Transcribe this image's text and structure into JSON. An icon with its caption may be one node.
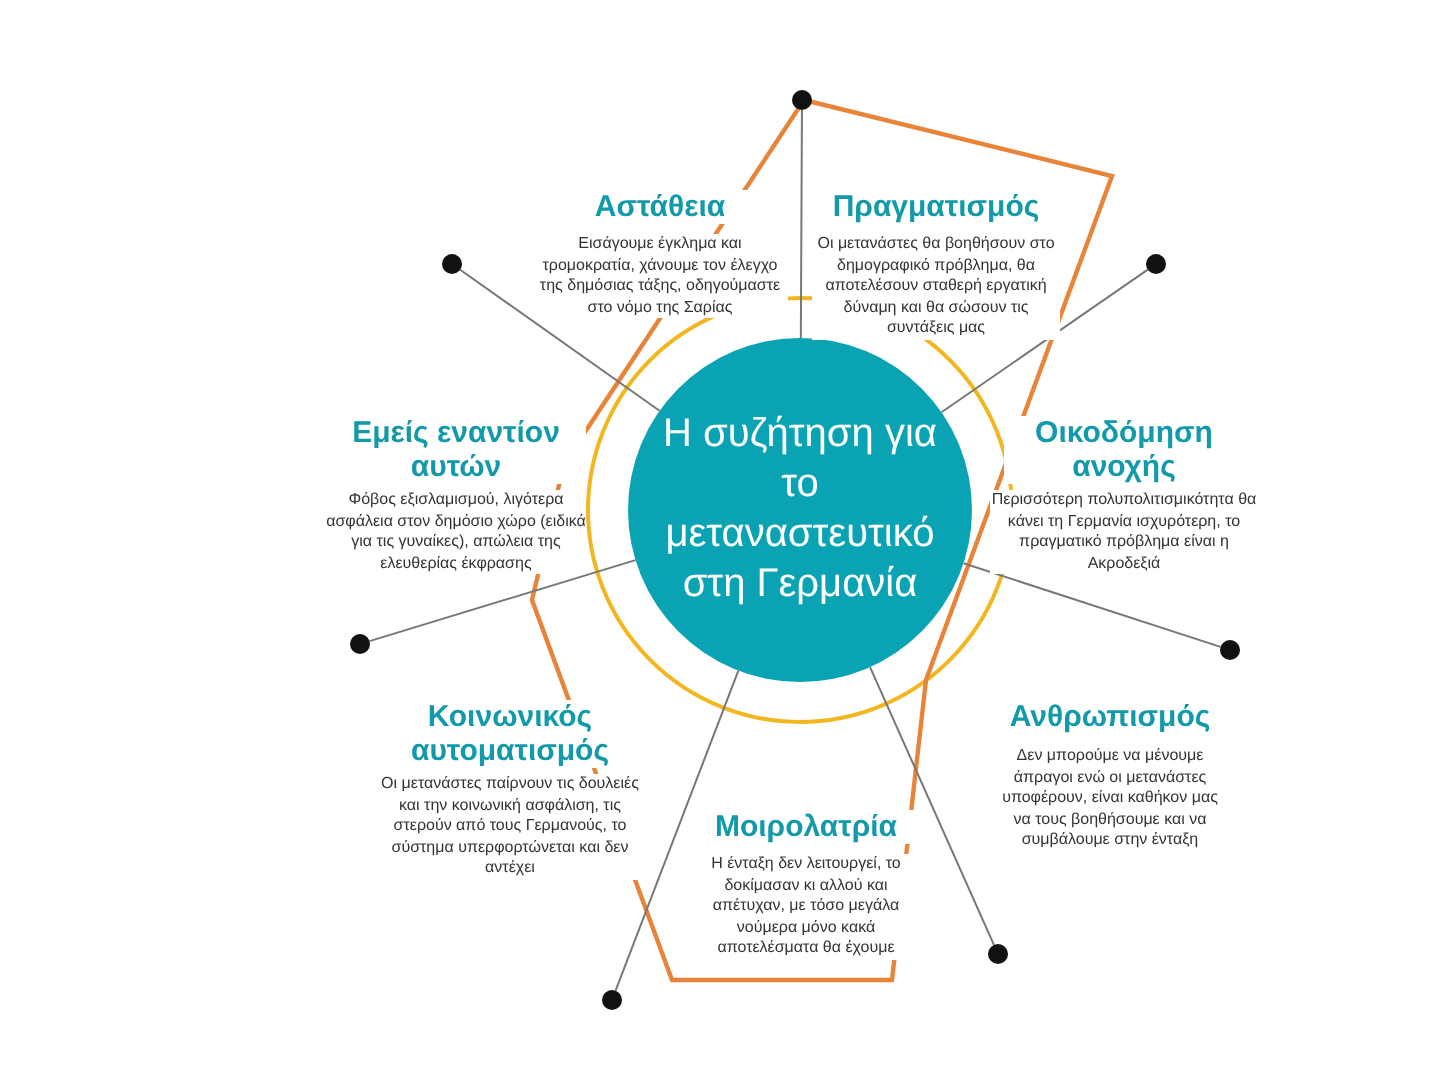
{
  "diagram": {
    "nodes": [
      {
        "text": [
          "Η συζήτηση για το μεταναστευτικό στη Γερμανία"
        ]
      },
      {
        "text": [],
        "shape": "circle"
      },
      {
        "text": [],
        "shape": "circle"
      },
      {
        "text": [],
        "shape": "circle"
      },
      {
        "text": [],
        "shape": "circle"
      },
      {
        "text": [],
        "shape": "circle"
      },
      {
        "text": [],
        "shape": "circle"
      },
      {
        "text": [],
        "shape": "circle"
      }
    ],
    "edges": [
      {
        "from": 0,
        "to": 1,
        "arrow": "none"
      },
      {
        "from": 0,
        "to": 2,
        "arrow": "none"
      },
      {
        "from": 0,
        "to": 3,
        "arrow": "none"
      },
      {
        "from": 0,
        "to": 4,
        "arrow": "none"
      },
      {
        "from": 0,
        "to": 5,
        "arrow": "none"
      },
      {
        "from": 0,
        "to": 6,
        "arrow": "none"
      },
      {
        "from": 0,
        "to": 7,
        "arrow": "none"
      }
    ],
    "labels": [
      "Αστάθεια",
      "Εισάγουμε έγκλημα και τρομοκρατία, χάνουμε τον έλεγχο της δημόσιας τάξης, οδηγούμαστε στο νόμο της Σαρίας",
      "Πραγματισμός",
      "Οι μετανάστες θα βοηθήσουν στο δημογραφικό πρόβλημα, θα αποτελέσουν σταθερή εργατική δύναμη και θα σώσουν τις συντάξεις μας",
      "Εμείς εναντίον αυτών",
      "Φόβος εξισλαμισμού, λιγότερα ασφάλεια στον δημόσιο χώρο (ειδικά για τις γυναίκες), απώλεια της ελευθερίας έκφρασης",
      "Οικοδόμηση ανοχής",
      "Περισσότερη πολυπολιτισμικότητα θα κάνει τη Γερμανία ισχυρότερη, το πραγματικό πρόβλημα είναι η Ακροδεξιά",
      "Κοινωνικός αυτοματισμός",
      "Οι μετανάστες παίρνουν τις δουλειές και την κοινωνική ασφάλιση, τις στερούν από τους Γερμανούς, το σύστημα υπερφορτώνεται και δεν αντέχει",
      "Ανθρωπισμός",
      "Δεν μπορούμε να μένουμε άπραγοι ενώ οι μετανάστες υποφέρουν, είναι καθήκον μας να τους βοηθήσουμε και να συμβάλουμε στην ένταξη",
      "Μοιρολατρία",
      "Η ένταξη δεν λειτουργεί, το δοκίμασαν κι αλλού και απέτυχαν, με τόσο μεγάλα νούμερα μόνο κακά αποτελέσματα θα έχουμε"
    ]
  }
}
